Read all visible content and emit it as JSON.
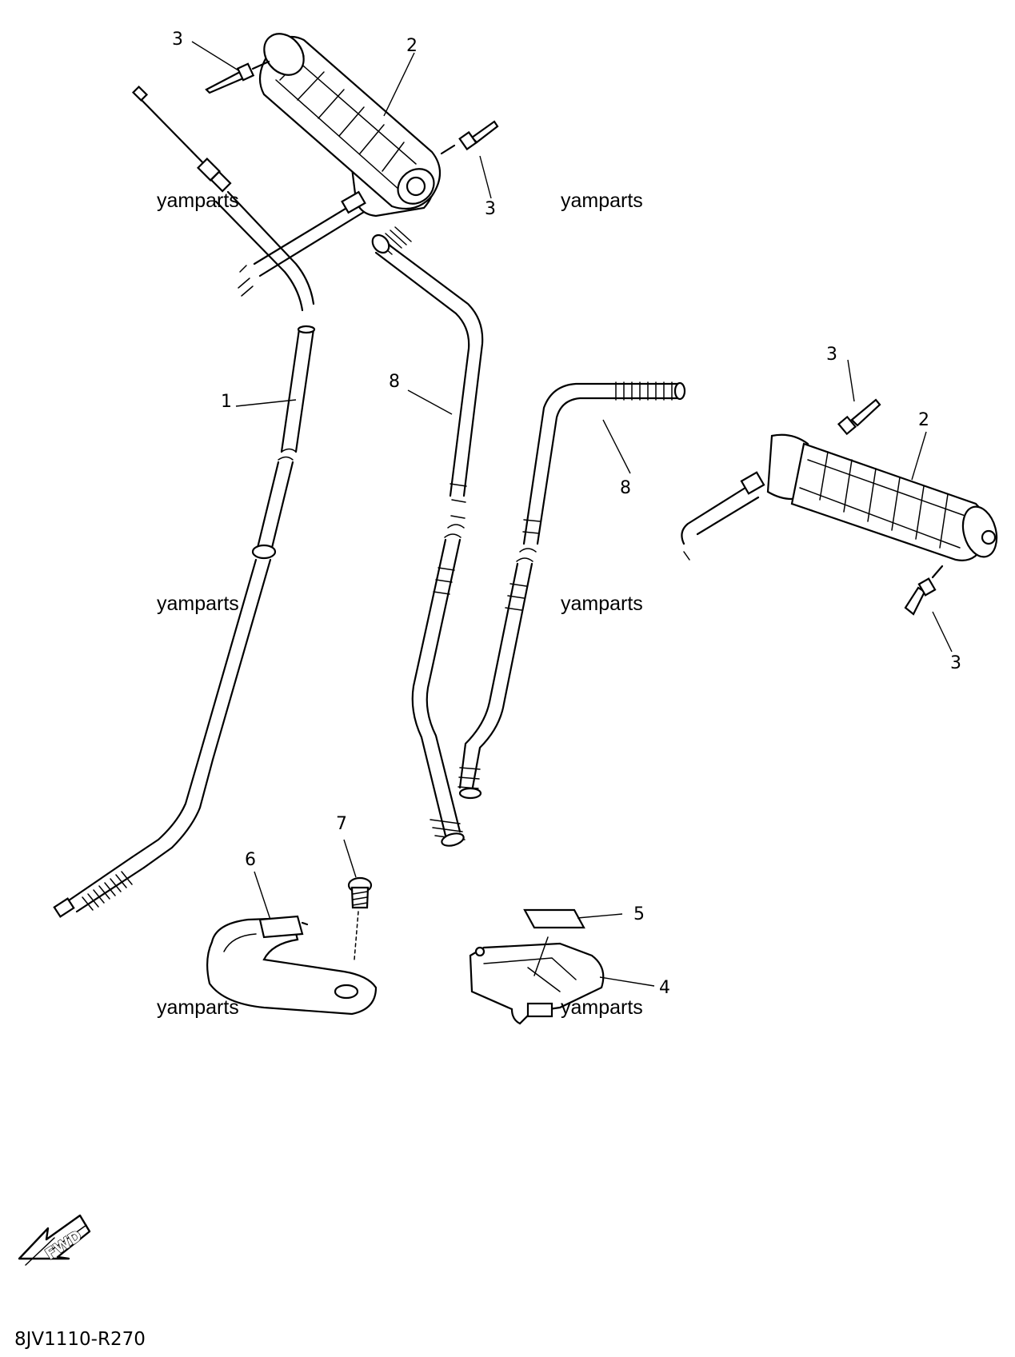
{
  "diagram": {
    "callouts": {
      "c1": "1",
      "c2a": "2",
      "c2b": "2",
      "c3a": "3",
      "c3b": "3",
      "c3c": "3",
      "c3d": "3",
      "c4": "4",
      "c5": "5",
      "c6": "6",
      "c7": "7",
      "c8a": "8",
      "c8b": "8"
    },
    "watermarks": {
      "w1": "yamparts",
      "w2": "yamparts",
      "w3": "yamparts",
      "w4": "yamparts",
      "w5": "yamparts",
      "w6": "yamparts"
    },
    "fwd_label": "FWD",
    "diagram_code": "8JV1110-R270"
  },
  "colors": {
    "line": "#000000",
    "background": "#ffffff"
  }
}
